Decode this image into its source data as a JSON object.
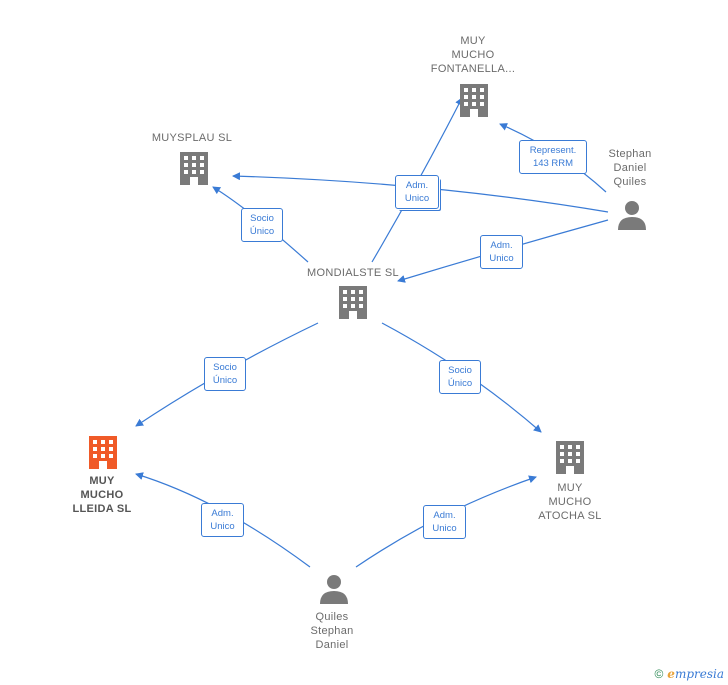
{
  "nodes": {
    "muy_mucho_fontanella": {
      "label": "MUY\nMUCHO\nFONTANELLA..."
    },
    "muysplau_sl": {
      "label": "MUYSPLAU  SL"
    },
    "stephan_daniel_quiles": {
      "label": "Stephan\nDaniel\nQuiles"
    },
    "mondialste_sl": {
      "label": "MONDIALSTE SL"
    },
    "muy_mucho_lleida_sl": {
      "label": "MUY\nMUCHO\nLLEIDA  SL"
    },
    "muy_mucho_atocha_sl": {
      "label": "MUY\nMUCHO\nATOCHA  SL"
    },
    "quiles_stephan_daniel": {
      "label": "Quiles\nStephan\nDaniel"
    }
  },
  "edges": {
    "represent": {
      "label": "Represent.\n143 RRM"
    },
    "adm_unico_top": {
      "label": "Adm.\nUnico"
    },
    "socio_unico_muysplau": {
      "label": "Socio\nÚnico"
    },
    "adm_unico_stephan": {
      "label": "Adm.\nUnico"
    },
    "socio_unico_lleida": {
      "label": "Socio\nÚnico"
    },
    "socio_unico_atocha": {
      "label": "Socio\nÚnico"
    },
    "adm_unico_lleida": {
      "label": "Adm.\nUnico"
    },
    "adm_unico_atocha": {
      "label": "Adm.\nUnico"
    }
  },
  "colors": {
    "edge": "#3a7bd5",
    "building": "#7a7a7a",
    "building_highlight": "#f05a28",
    "person": "#7a7a7a"
  },
  "brand": {
    "copyright": "©",
    "e": "e",
    "rest": "mpresia"
  }
}
